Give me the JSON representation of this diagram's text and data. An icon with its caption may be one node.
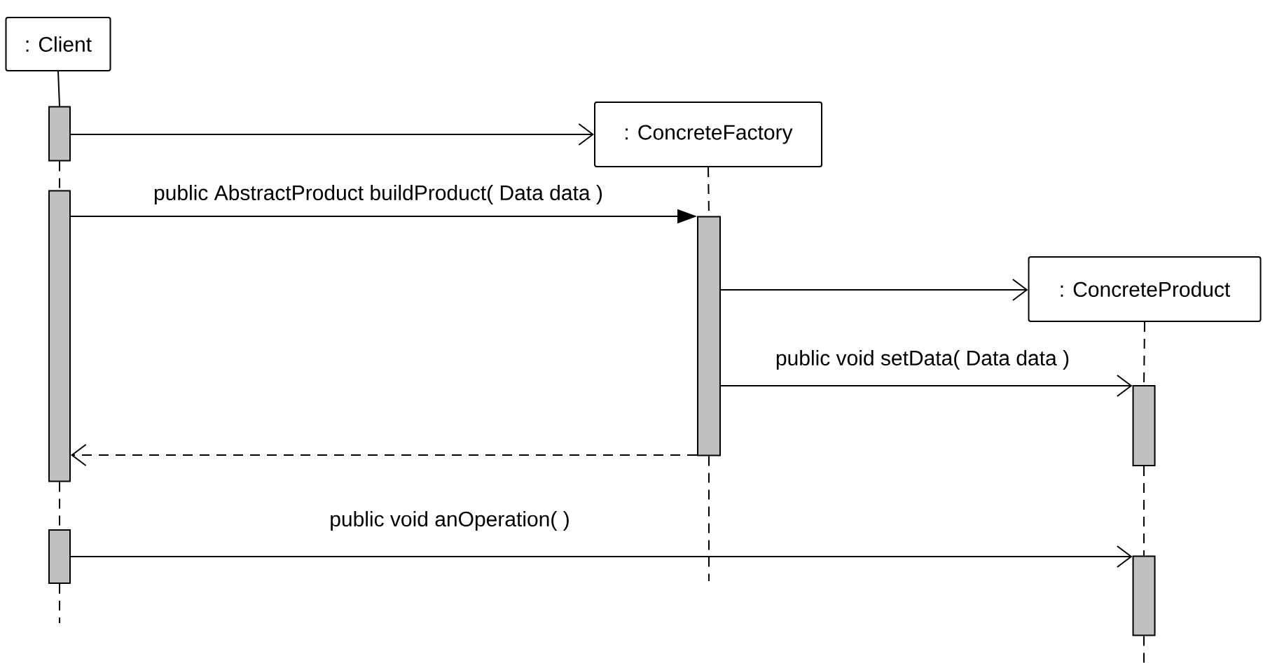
{
  "diagram": {
    "nodes": [
      {
        "text": [
          ": Client"
        ]
      },
      {
        "text": [
          ": ConcreteFactory"
        ]
      },
      {
        "text": [
          ": ConcreteProduct"
        ]
      },
      {
        "text": [],
        "shape": "bar"
      },
      {
        "text": [],
        "shape": "bar"
      },
      {
        "text": [],
        "shape": "bar"
      },
      {
        "text": [],
        "shape": "bar"
      },
      {
        "text": [],
        "shape": "bar"
      },
      {
        "text": [],
        "shape": "bar"
      }
    ],
    "edges": [
      {
        "from": 3,
        "to": 1,
        "arrow": "to"
      },
      {
        "from": 4,
        "to": 6,
        "arrow": "to",
        "label": "public AbstractProduct buildProduct( Data data )"
      },
      {
        "from": 6,
        "to": 2,
        "arrow": "to"
      },
      {
        "from": 6,
        "to": 7,
        "arrow": "to",
        "label": "public void setData( Data data )"
      },
      {
        "from": 6,
        "to": 4,
        "arrow": "to",
        "style": "dashed"
      },
      {
        "from": 5,
        "to": 8,
        "arrow": "to",
        "label": "public void anOperation( )"
      },
      {
        "from": 0,
        "to": 3,
        "arrow": "none"
      },
      {
        "from": 3,
        "to": 4,
        "arrow": "none",
        "style": "dashed"
      },
      {
        "from": 4,
        "to": 5,
        "arrow": "none",
        "style": "dashed"
      },
      {
        "from": 5,
        "to": null,
        "arrow": "none",
        "style": "dashed"
      },
      {
        "from": 1,
        "to": 6,
        "arrow": "none",
        "style": "dashed"
      },
      {
        "from": 6,
        "to": null,
        "arrow": "none",
        "style": "dashed"
      },
      {
        "from": 2,
        "to": 7,
        "arrow": "none",
        "style": "dashed"
      },
      {
        "from": 7,
        "to": 8,
        "arrow": "none",
        "style": "dashed"
      },
      {
        "from": 8,
        "to": null,
        "arrow": "none",
        "style": "dashed"
      }
    ]
  }
}
